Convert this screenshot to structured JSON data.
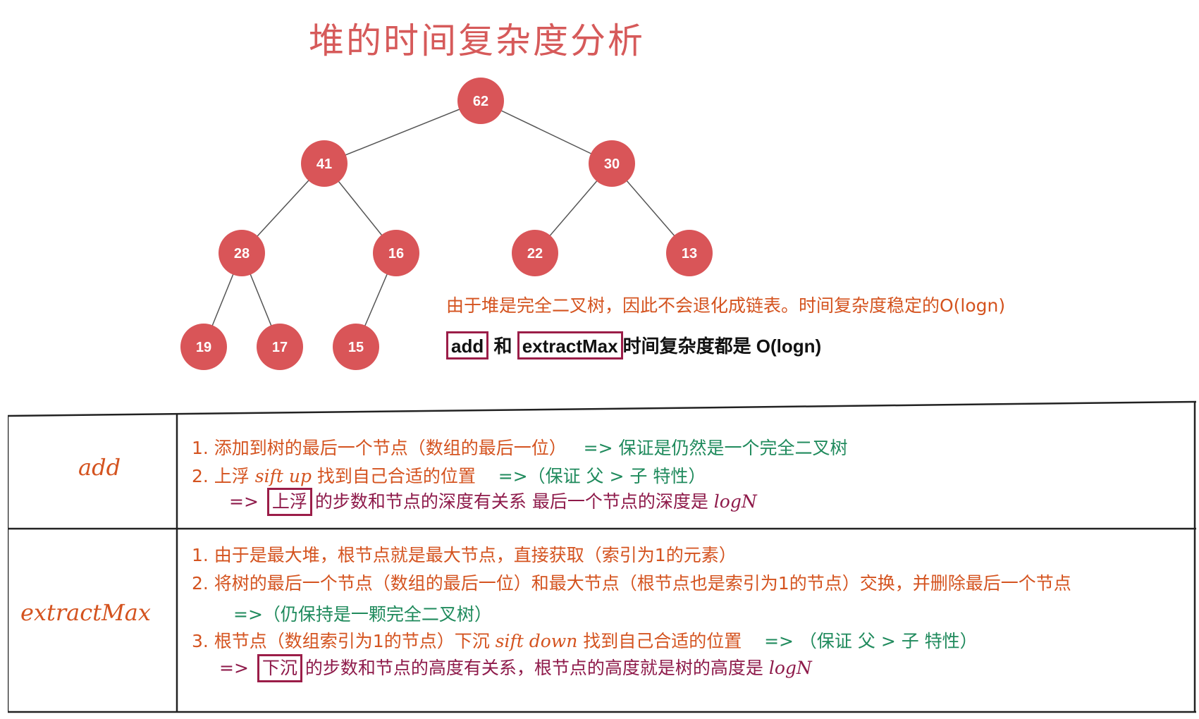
{
  "title": "堆的时间复杂度分析",
  "tree": {
    "nodes": [
      {
        "id": "n62",
        "label": "62"
      },
      {
        "id": "n41",
        "label": "41"
      },
      {
        "id": "n30",
        "label": "30"
      },
      {
        "id": "n28",
        "label": "28"
      },
      {
        "id": "n16",
        "label": "16"
      },
      {
        "id": "n22",
        "label": "22"
      },
      {
        "id": "n13",
        "label": "13"
      },
      {
        "id": "n19",
        "label": "19"
      },
      {
        "id": "n17",
        "label": "17"
      },
      {
        "id": "n15",
        "label": "15"
      }
    ],
    "edges": [
      [
        "n62",
        "n41"
      ],
      [
        "n62",
        "n30"
      ],
      [
        "n41",
        "n28"
      ],
      [
        "n41",
        "n16"
      ],
      [
        "n30",
        "n22"
      ],
      [
        "n30",
        "n13"
      ],
      [
        "n28",
        "n19"
      ],
      [
        "n28",
        "n17"
      ],
      [
        "n16",
        "n15"
      ]
    ],
    "node_color": "#d95558"
  },
  "note": "由于堆是完全二叉树，因此不会退化成链表。时间复杂度稳定的O(logn)",
  "summary": {
    "add": "add",
    "and": "和",
    "extractMax": "extractMax",
    "rest": "时间复杂度都是 O(logn)"
  },
  "table": {
    "add": {
      "label": "add",
      "step1_a": "1. 添加到树的最后一个节点（数组的最后一位）",
      "step1_b": "=> 保证是仍然是一个完全二叉树",
      "step2_a": "2. 上浮",
      "step2_b": "sift up",
      "step2_c": "找到自己合适的位置",
      "step2_d": "=>（保证  父 > 子  特性）",
      "step3_arrow": "=>",
      "step3_box": "上浮",
      "step3_text": "的步数和节点的深度有关系  最后一个节点的深度是",
      "step3_log": "logN"
    },
    "extractMax": {
      "label": "extractMax",
      "step1": "1. 由于是最大堆，根节点就是最大节点，直接获取（索引为1的元素）",
      "step2": "2. 将树的最后一个节点（数组的最后一位）和最大节点（根节点也是索引为1的节点）交换，并删除最后一个节点",
      "step2_b": "=>（仍保持是一颗完全二叉树）",
      "step3_a": "3. 根节点（数组索引为1的节点）下沉",
      "step3_b": "sift down",
      "step3_c": "找到自己合适的位置",
      "step3_d": "=> （保证  父 > 子  特性）",
      "step4_arrow": "=>",
      "step4_box": "下沉",
      "step4_text": "的步数和节点的高度有关系，根节点的高度就是树的高度是",
      "step4_log": "logN"
    }
  }
}
